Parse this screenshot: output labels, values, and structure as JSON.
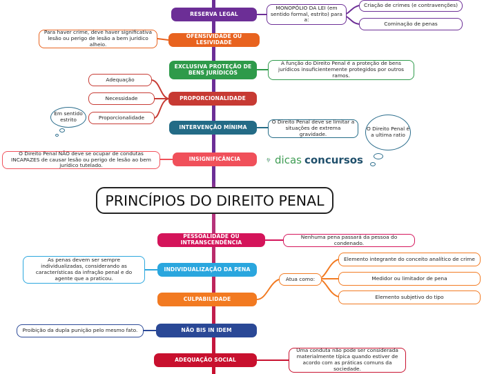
{
  "title": "PRINCÍPIOS DO DIREITO PENAL",
  "logo": {
    "word1": "dicas",
    "word2": "concursos",
    "icon": "cube-cluster-icon"
  },
  "colors": {
    "spine_top": "#6c3b8f",
    "spine_bottom": "#d63a6a",
    "purple": "#6c2e96",
    "orange": "#e8631f",
    "green": "#2e9a4a",
    "red": "#c73a33",
    "teal": "#236b86",
    "pink_red": "#f0505a",
    "magenta": "#d4145a",
    "sky": "#2aa6de",
    "orange2": "#f27a21",
    "navy": "#2a4896",
    "crimson": "#c8102e"
  },
  "principles": {
    "reserva_legal": {
      "label": "RESERVA LEGAL",
      "note": "MONOPÓLIO DA LEI (em sentido formal, estrito) para a:",
      "branches": [
        "Criação de crimes (e contravenções)",
        "Cominação de penas"
      ]
    },
    "ofensividade": {
      "label": "OFENSIVIDADE OU LESIVIDADE",
      "note": "Para haver crime, deve haver significativa lesão ou perigo de lesão a bem jurídico alheio."
    },
    "exclusiva_protecao": {
      "label": "EXCLUSIVA PROTEÇÃO DE BENS JURÍDICOS",
      "note": "A função do Direito Penal é a proteção de bens jurídicos insuficientemente protegidos por outros ramos."
    },
    "proporcionalidade": {
      "label": "PROPORCIONALIDADE",
      "branches": [
        "Adequação",
        "Necessidade",
        "Proporcionalidade"
      ],
      "cloud": "Em sentido estrito"
    },
    "intervencao_minima": {
      "label": "INTERVENÇÃO MÍNIMA",
      "note": "O Direito Penal deve se limitar a situações de extrema gravidade.",
      "cloud": "O Direito Penal é a ultima ratio"
    },
    "insignificancia": {
      "label": "INSIGNIFICÂNCIA",
      "note": "O Direito Penal NÃO deve se ocupar de condutas INCAPAZES de causar lesão ou perigo de lesão ao bem jurídico tutelado."
    },
    "pessoalidade": {
      "label": "PESSOALIDADE OU INTRANSCENDÊNCIA",
      "note": "Nenhuma pena passará da pessoa do condenado."
    },
    "individualizacao": {
      "label": "INDIVIDUALIZAÇÃO DA PENA",
      "note": "As penas devem ser sempre individualizadas, considerando as características da infração penal e do agente que a praticou."
    },
    "culpabilidade": {
      "label": "CULPABILIDADE",
      "note": "Atua como:",
      "branches": [
        "Elemento integrante do conceito analítico de crime",
        "Medidor ou limitador de pena",
        "Elemento subjetivo do tipo"
      ]
    },
    "non_bis": {
      "label": "NÃO BIS IN IDEM",
      "note": "Proibição da dupla punição pelo mesmo fato."
    },
    "adequacao_social": {
      "label": "ADEQUAÇÃO SOCIAL",
      "note": "Uma conduta não pode ser considerada materialmente típica quando estiver de acordo com as práticas comuns da sociedade."
    }
  }
}
